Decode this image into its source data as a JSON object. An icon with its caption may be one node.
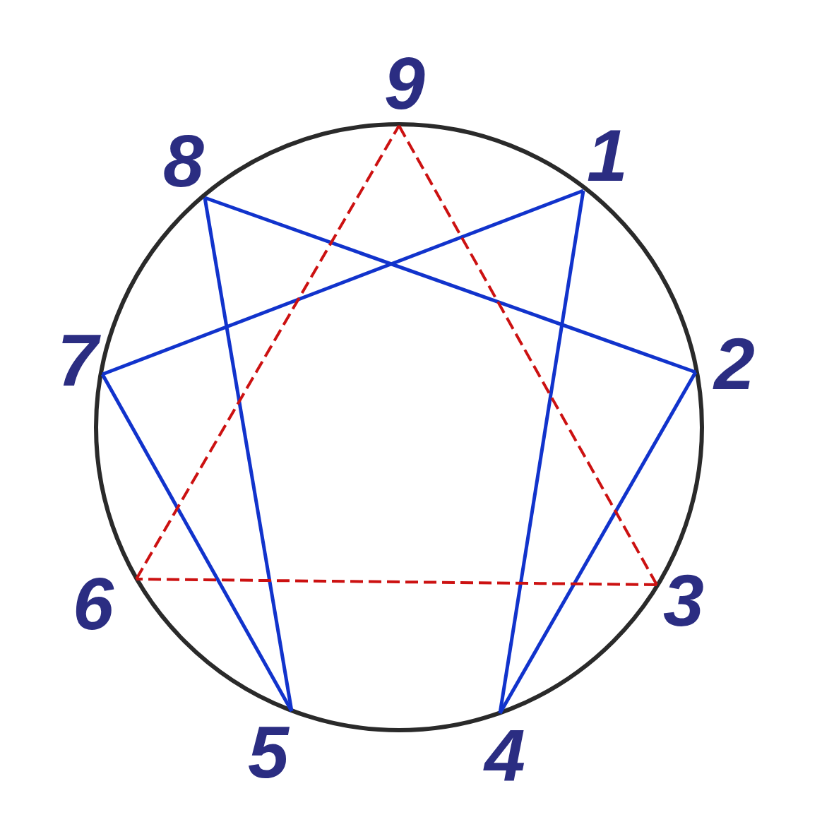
{
  "diagram": {
    "nodes": [
      {
        "text": [
          "9"
        ]
      },
      {
        "text": [
          "8"
        ]
      },
      {
        "text": [
          "1"
        ]
      },
      {
        "text": [
          "7"
        ]
      },
      {
        "text": [
          "2"
        ]
      },
      {
        "text": [
          "6"
        ]
      },
      {
        "text": [
          "3"
        ]
      },
      {
        "text": [
          "5"
        ]
      },
      {
        "text": [
          "4"
        ]
      }
    ],
    "edges": [
      {
        "from": 2,
        "to": 8,
        "arrow": "none"
      },
      {
        "from": 8,
        "to": 4,
        "arrow": "none"
      },
      {
        "from": 4,
        "to": 1,
        "arrow": "none"
      },
      {
        "from": 1,
        "to": 7,
        "arrow": "none"
      },
      {
        "from": 7,
        "to": 3,
        "arrow": "none"
      },
      {
        "from": 3,
        "to": 2,
        "arrow": "none"
      },
      {
        "from": 0,
        "to": 6,
        "arrow": "none",
        "style": "dashed",
        "color": "#cc1111"
      },
      {
        "from": 6,
        "to": 5,
        "arrow": "none",
        "style": "dashed",
        "color": "#cc1111"
      },
      {
        "from": 5,
        "to": 0,
        "arrow": "none",
        "style": "dashed",
        "color": "#cc1111"
      }
    ]
  }
}
